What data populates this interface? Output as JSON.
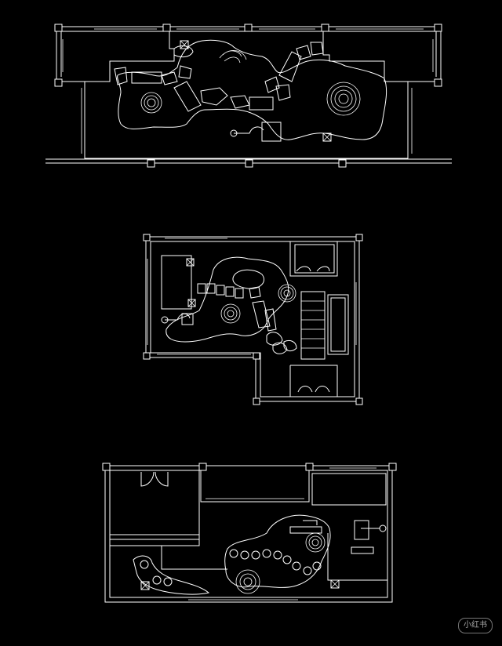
{
  "plans": [
    {
      "id": "plan-top",
      "label": ""
    },
    {
      "id": "plan-middle",
      "label": ""
    },
    {
      "id": "plan-bottom",
      "label": ""
    }
  ],
  "watermark": {
    "text": "小红书"
  },
  "colors": {
    "background": "#000000",
    "linework": "#ffffff"
  }
}
